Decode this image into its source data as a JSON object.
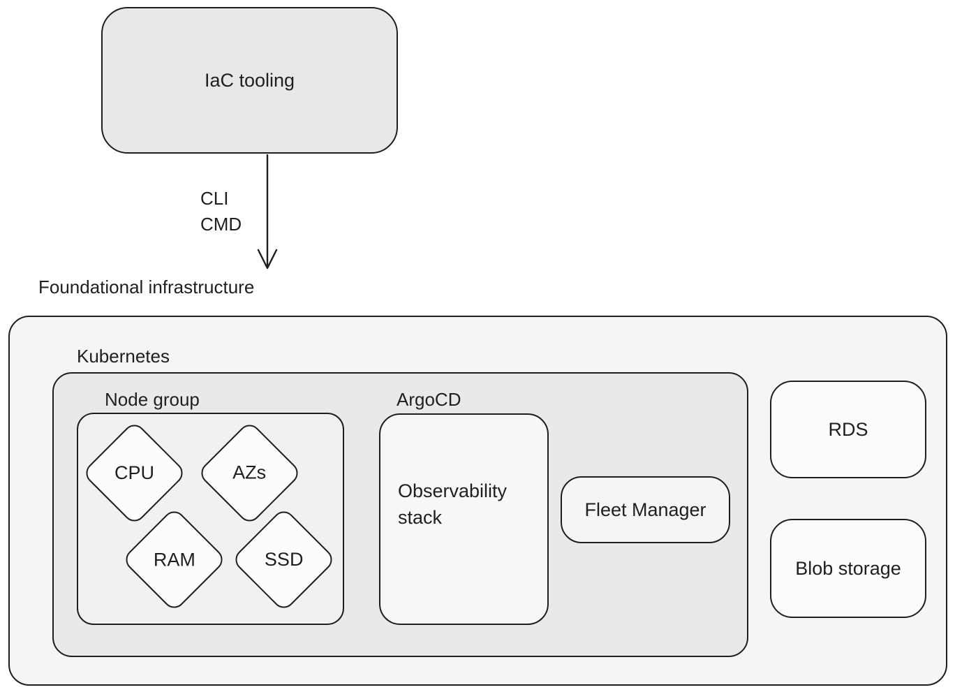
{
  "colors": {
    "stroke": "#1e1e1e",
    "text": "#1f1f1f",
    "iac_fill": "#e8e8e8",
    "outer_container_fill": "#f5f5f5",
    "kubernetes_fill": "#e9e9e9",
    "node_group_fill": "#f1f1f1",
    "diamond_fill": "#fcfcfc",
    "argocd_fill": "#f7f7f7",
    "fleet_fill": "#f5f5f5",
    "storage_fill": "#fcfcfc"
  },
  "containers": {
    "foundational": {
      "label": "Foundational infrastructure"
    },
    "kubernetes": {
      "label": "Kubernetes"
    },
    "node_group": {
      "label": "Node group"
    },
    "argocd": {
      "label": "ArgoCD"
    }
  },
  "nodes": {
    "iac": {
      "label": "IaC tooling"
    },
    "cpu": {
      "label": "CPU"
    },
    "azs": {
      "label": "AZs"
    },
    "ram": {
      "label": "RAM"
    },
    "ssd": {
      "label": "SSD"
    },
    "observability": {
      "label": "Observability stack"
    },
    "fleet_manager": {
      "label": "Fleet Manager"
    },
    "rds": {
      "label": "RDS"
    },
    "blob_storage": {
      "label": "Blob storage"
    }
  },
  "edge": {
    "from": "IaC tooling",
    "to": "Foundational infrastructure",
    "labels": [
      "CLI",
      "CMD"
    ]
  }
}
